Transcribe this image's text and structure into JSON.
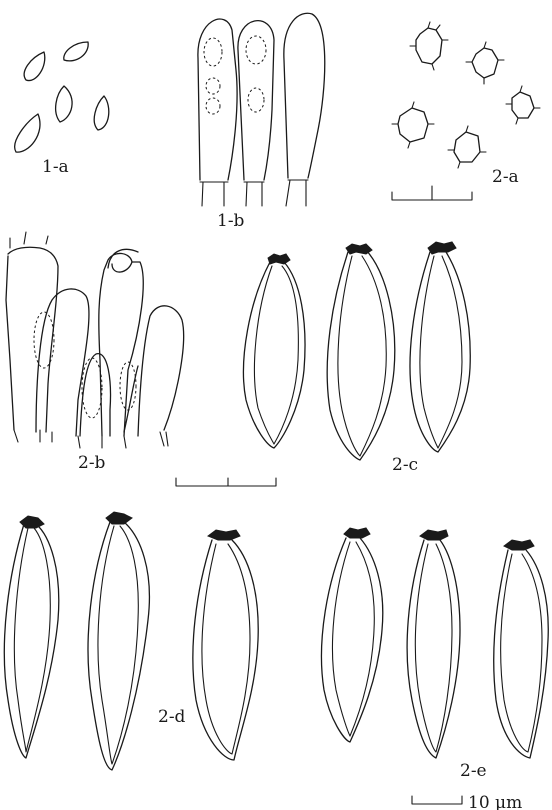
{
  "figure": {
    "panels": [
      {
        "id": "1-a",
        "label": "1-a",
        "subject": "spores (smooth)"
      },
      {
        "id": "1-b",
        "label": "1-b",
        "subject": "basidia / cystidia"
      },
      {
        "id": "2-a",
        "label": "2-a",
        "subject": "spores (ornamented)"
      },
      {
        "id": "2-b",
        "label": "2-b",
        "subject": "basidia and basidioles"
      },
      {
        "id": "2-c",
        "label": "2-c",
        "subject": "cystidia"
      },
      {
        "id": "2-d",
        "label": "2-d",
        "subject": "cystidia"
      },
      {
        "id": "2-e",
        "label": "2-e",
        "subject": "cystidia"
      }
    ],
    "scale_bar": {
      "label": "10 μm"
    },
    "colors": {
      "ink": "#1a1a1a",
      "background": "#ffffff"
    }
  }
}
